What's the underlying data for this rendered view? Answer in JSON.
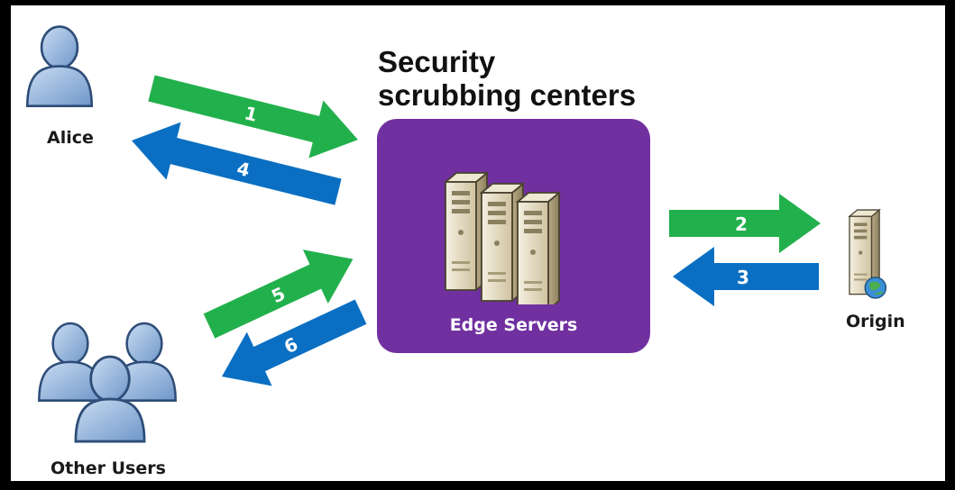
{
  "diagram": {
    "title_line1": "Security",
    "title_line2": "scrubbing centers",
    "edge_label": "Edge Servers",
    "alice_label": "Alice",
    "others_label": "Other Users",
    "origin_label": "Origin",
    "arrows": [
      {
        "label": "1",
        "color": "#22b04c"
      },
      {
        "label": "4",
        "color": "#0a6fc2"
      },
      {
        "label": "2",
        "color": "#22b04c"
      },
      {
        "label": "3",
        "color": "#0a6fc2"
      },
      {
        "label": "5",
        "color": "#22b04c"
      },
      {
        "label": "6",
        "color": "#0a6fc2"
      }
    ],
    "colors": {
      "edge_box": "#7030a0",
      "request_arrow": "#22b04c",
      "response_arrow": "#0a6fc2",
      "user_figure": "#8fb3de"
    }
  }
}
